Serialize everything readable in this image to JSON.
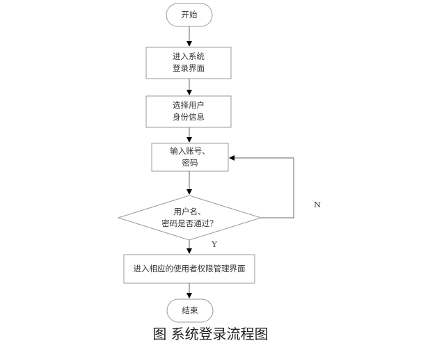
{
  "nodes": {
    "start": "开始",
    "enter_login": [
      "进入系统",
      "登录界面"
    ],
    "select_identity": [
      "选择用户",
      "身份信息"
    ],
    "input": [
      "输入账号、",
      "密码"
    ],
    "decision": [
      "用户名、",
      "密码是否通过？"
    ],
    "manage": "进入相应的使用者权限管理界面",
    "end": "结束"
  },
  "edges": {
    "yes": "Y",
    "no": "N"
  },
  "caption": "图    系统登录流程图"
}
